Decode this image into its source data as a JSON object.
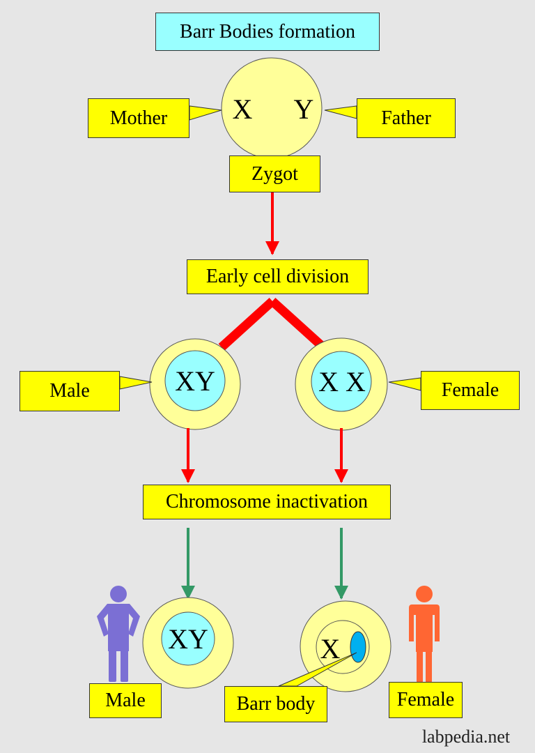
{
  "title": "Barr Bodies formation",
  "zygot": {
    "left_chromosome": "X",
    "right_chromosome": "Y",
    "label": "Zygot"
  },
  "parents": {
    "mother": "Mother",
    "father": "Father"
  },
  "steps": {
    "early_division": "Early cell division",
    "inactivation": "Chromosome inactivation"
  },
  "early_cells": {
    "male": {
      "label": "Male",
      "nucleus": "XY"
    },
    "female": {
      "label": "Female",
      "nucleus": "X X"
    }
  },
  "final_cells": {
    "male": {
      "label": "Male",
      "nucleus": "XY"
    },
    "female": {
      "label": "Female",
      "nucleus": "X",
      "barr_body_label": "Barr body"
    }
  },
  "watermark": "labpedia.net",
  "colors": {
    "background": "#e6e6e6",
    "box_fill": "#ffff00",
    "title_fill": "#99ffff",
    "cell_fill": "#ffff99",
    "nucleus_fill": "#99ffff",
    "barr_body_fill": "#00b0f0",
    "red_arrow": "#ff0000",
    "green_arrow": "#339966",
    "male_figure": "#7b6fd4",
    "female_figure": "#ff6633"
  },
  "icons": {
    "male_figure": "male-person-icon",
    "female_figure": "female-person-icon"
  }
}
